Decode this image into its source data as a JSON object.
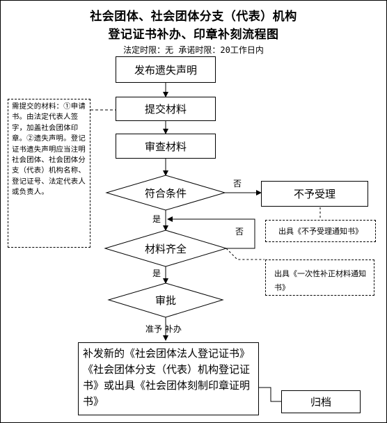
{
  "header": {
    "title_line1": "社会团体、社会团体分支（代表）机构",
    "title_line2": "登记证书补办、印章补刻流程图",
    "subtitle": "法定时限：无 承诺时限：20工作日内"
  },
  "steps": {
    "publish": "发布遗失声明",
    "submit": "提交材料",
    "review": "审查材料",
    "condition": "符合条件",
    "reject": "不予受理",
    "complete": "材料齐全",
    "approve": "审批",
    "result": "补发新的《社会团体法人登记证书》《社会团体分支（代表）机构登记证书》或出具《社会团体刻制印章证明书》",
    "archive": "归档"
  },
  "notes": {
    "materials": "需提交的材料：①申请书。由法定代表人签字，加盖社会团体印章。②遗失声明。登记证书遗失声明应当注明社会团体、社会团体分支（代表）机构名称、登记证号、法定代表人或负责人。",
    "reject_notice": "出具《不予受理通知书》",
    "supplement_notice": "出具《一次性补正材料通知书》"
  },
  "labels": {
    "no1": "否",
    "yes1": "是",
    "no2": "否",
    "yes2": "是",
    "approve_label": "准予 补办"
  }
}
